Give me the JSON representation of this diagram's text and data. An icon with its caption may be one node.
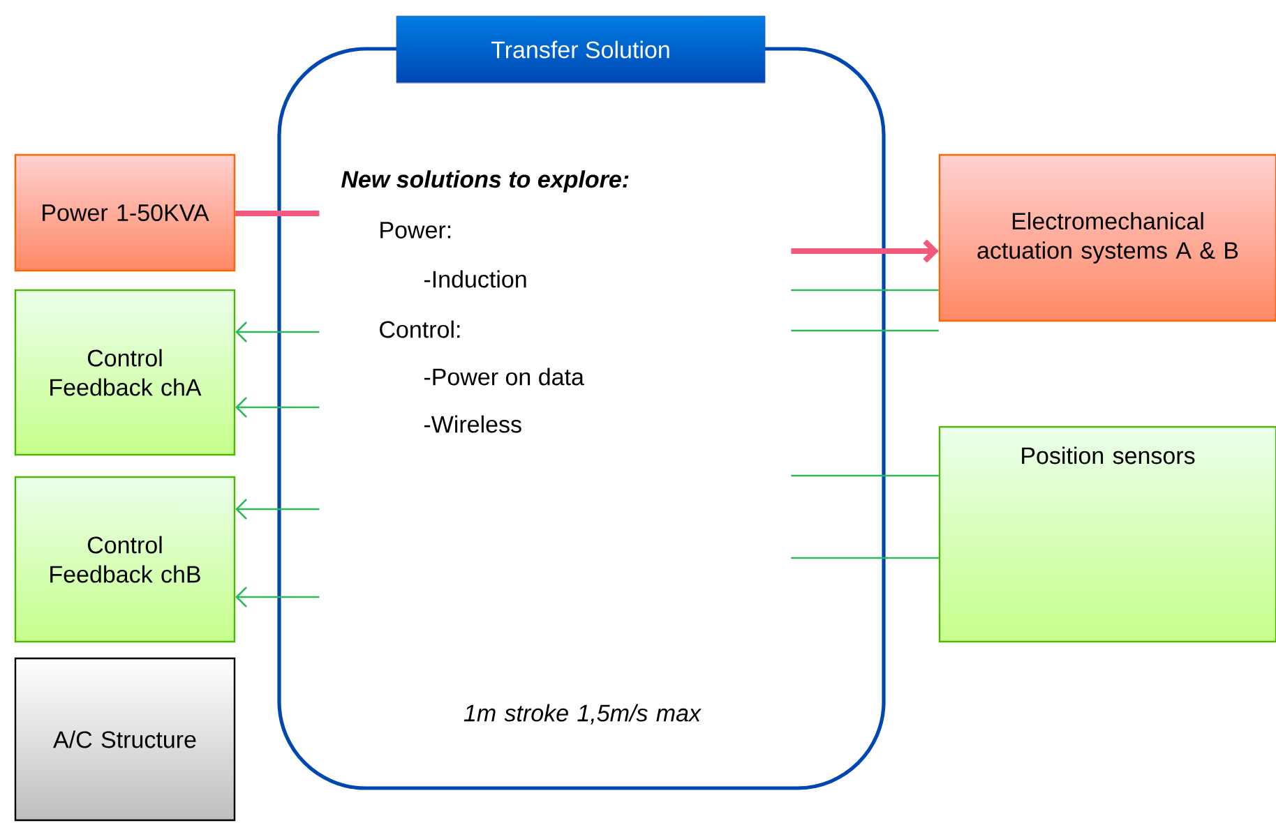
{
  "diagram": {
    "nodes": [
      {
        "text": [
          "Power 1-50KVA"
        ]
      },
      {
        "text": [
          "Control Feedback chA"
        ]
      },
      {
        "text": [
          "Control Feedback chB"
        ]
      },
      {
        "text": [
          "A/C Structure"
        ]
      },
      {
        "text": [
          "Transfer Solution",
          "New solutions to explore:",
          "Power:",
          "-Induction",
          "Control:",
          "-Power on data",
          "-Wireless",
          "1m stroke 1,5m/s max"
        ]
      },
      {
        "text": [
          "Electromechanical actuation systems A & B"
        ]
      },
      {
        "text": [
          "Position sensors"
        ]
      }
    ],
    "edges": [
      {
        "from": 0,
        "to": 4,
        "arrow": "none",
        "style": "thick",
        "color": "#f25a7d"
      },
      {
        "from": 4,
        "to": 1,
        "arrow": "to"
      },
      {
        "from": 4,
        "to": 1,
        "arrow": "to"
      },
      {
        "from": 4,
        "to": 2,
        "arrow": "to"
      },
      {
        "from": 4,
        "to": 2,
        "arrow": "to"
      },
      {
        "from": 4,
        "to": 5,
        "arrow": "to",
        "style": "thick",
        "color": "#f25a7d"
      },
      {
        "from": 4,
        "to": 5,
        "arrow": "none"
      },
      {
        "from": 4,
        "to": 5,
        "arrow": "none"
      },
      {
        "from": 4,
        "to": 6,
        "arrow": "none"
      },
      {
        "from": 4,
        "to": 6,
        "arrow": "none"
      }
    ]
  }
}
